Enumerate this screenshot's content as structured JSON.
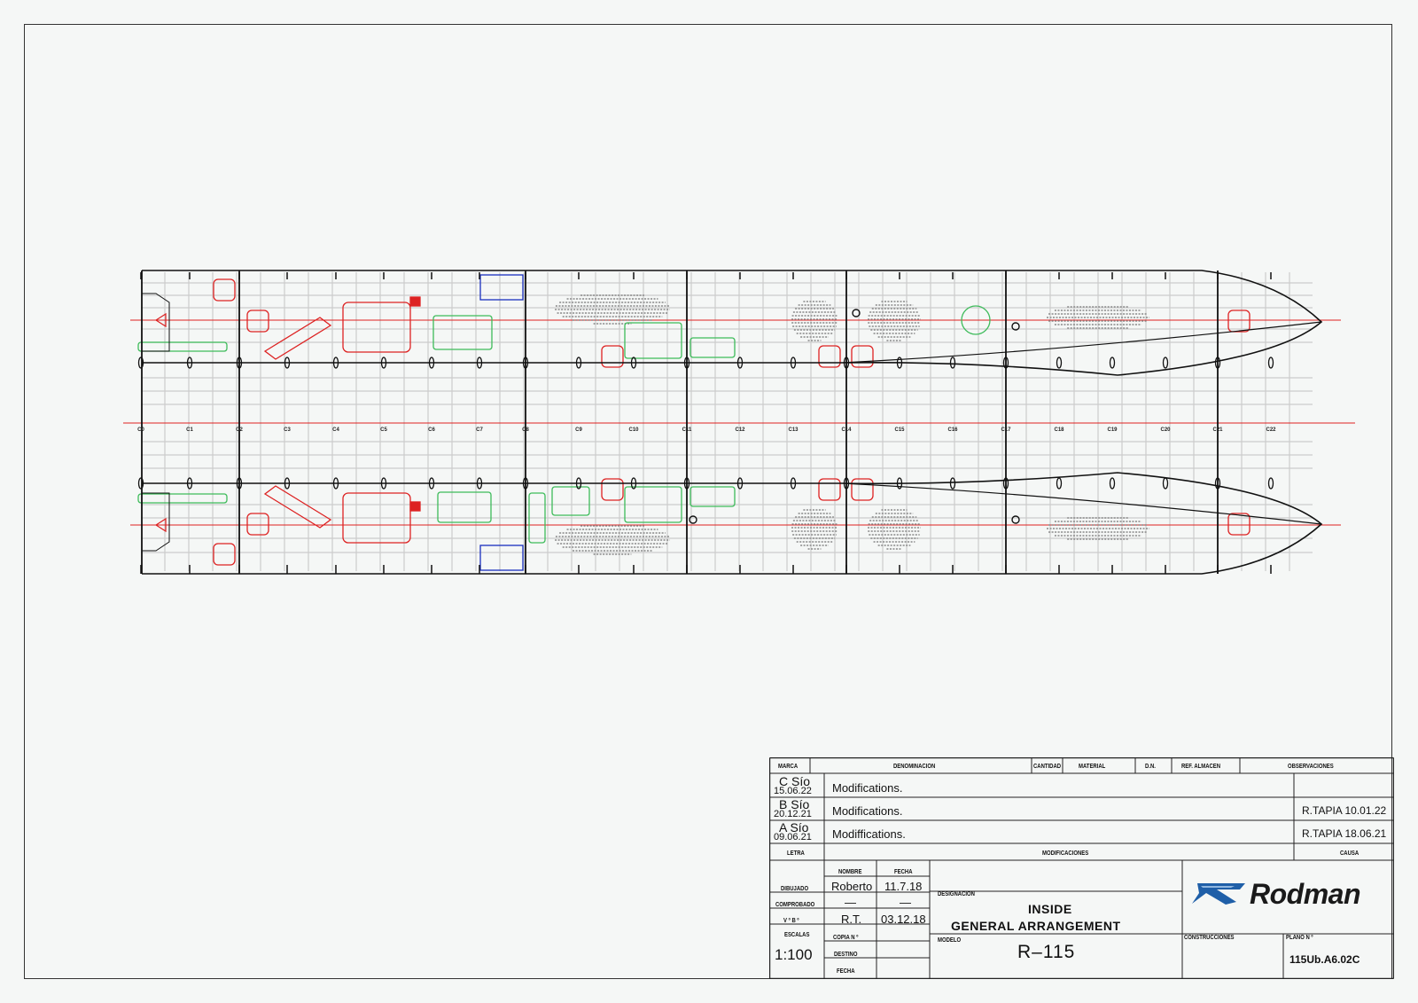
{
  "sheet": {
    "line_color": "#222222",
    "background": "#f5f7f6"
  },
  "drawing": {
    "frame_labels": [
      "C0",
      "C1",
      "C2",
      "C3",
      "C4",
      "C5",
      "C6",
      "C7",
      "C8",
      "C9",
      "C10",
      "C11",
      "C12",
      "C13",
      "C14",
      "C15",
      "C16",
      "C17",
      "C18",
      "C19",
      "C20",
      "C21",
      "C22"
    ],
    "colors": {
      "hull": "#111111",
      "grid": "#cccccc",
      "equipment": "#3dbb5a",
      "fittings": "#dd2222",
      "tanks": "#1a2fbf",
      "centerline": "#e02020",
      "perforated": "#888888"
    }
  },
  "title_block": {
    "headers": {
      "marca": "MARCA",
      "denominacion": "DENOMINACION",
      "cantidad": "CANTIDAD",
      "material": "MATERIAL",
      "dn": "D.N.",
      "ref_almacen": "REF. ALMACEN",
      "observaciones": "OBSERVACIONES",
      "letra": "LETRA",
      "modificaciones": "MODIFICACIONES",
      "causa": "CAUSA",
      "nombre": "NOMBRE",
      "fecha": "FECHA",
      "dibujado": "DIBUJADO",
      "comprobado": "COMPROBADO",
      "vb": "V º B º",
      "escalas": "ESCALAS",
      "copia": "COPIA N º",
      "destino": "DESTINO",
      "fecha2": "FECHA",
      "designacion": "DESIGNACION",
      "modelo": "MODELO",
      "construcciones": "CONSTRUCCIONES",
      "plano": "PLANO N º"
    },
    "revisions": [
      {
        "letter": "C Sío",
        "date": "15.06.22",
        "description": "Modifications.",
        "cause": ""
      },
      {
        "letter": "B Sío",
        "date": "20.12.21",
        "description": "Modifications.",
        "cause": "R.TAPIA  10.01.22"
      },
      {
        "letter": "A Sío",
        "date": "09.06.21",
        "description": "Modiffications.",
        "cause": "R.TAPIA  18.06.21"
      }
    ],
    "dibujado": {
      "nombre": "Roberto",
      "fecha": "11.7.18"
    },
    "comprobado": {
      "nombre": "—",
      "fecha": "—"
    },
    "vb": {
      "nombre": "R.T.",
      "fecha": "03.12.18"
    },
    "scale": "1:100",
    "designation_line1": "INSIDE",
    "designation_line2": "GENERAL ARRANGEMENT",
    "model": "R–115",
    "plan_number": "115Ub.A6.02C",
    "logo": {
      "text": "Rodman",
      "color": "#1f5fa8"
    }
  }
}
